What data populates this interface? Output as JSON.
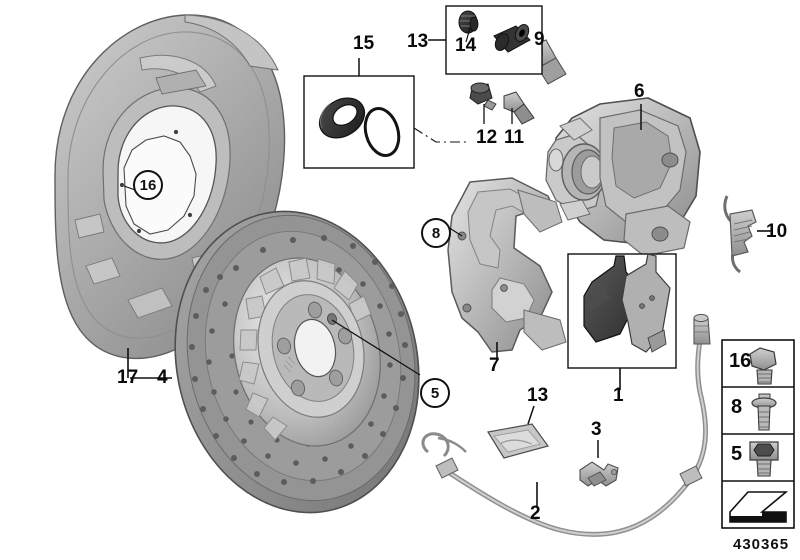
{
  "diagram": {
    "title": "Rear wheel brake exploded view",
    "part_number": "430365",
    "background": "#ffffff",
    "line_color": "#1a1a1a"
  },
  "labels": {
    "l1": "1",
    "l2": "2",
    "l3": "3",
    "l4": "4",
    "l5_circle": "5",
    "l6": "6",
    "l7": "7",
    "l8_circle": "8",
    "l9": "9",
    "l10": "10",
    "l11": "11",
    "l12": "12",
    "l13_top": "13",
    "l13_bottom": "13",
    "l14": "14",
    "l15": "15",
    "l16_circle": "16",
    "l17": "17"
  },
  "legend": {
    "rows": [
      {
        "number": "16",
        "icon": "hex-head-bolt-icon"
      },
      {
        "number": "8",
        "icon": "flange-head-bolt-icon"
      },
      {
        "number": "5",
        "icon": "socket-head-bolt-icon"
      }
    ],
    "direction_arrow": "forward-direction-arrow-icon"
  },
  "parts": {
    "p1": "brake-pad-set",
    "p2": "brake-pad-wear-sensor",
    "p3": "sensor-retaining-clip",
    "p4": "cross-drilled-brake-disc",
    "p5": "disc-retaining-screw",
    "p6": "brake-caliper-housing",
    "p7": "caliper-carrier-bracket",
    "p8": "carrier-mounting-bolt",
    "p9": "caliper-guide-pin",
    "p10": "pad-retaining-spring",
    "p11": "bleeder-screw",
    "p12": "bleeder-screw-cap",
    "p13": "guide-pin-boot-kit",
    "p14": "guide-pin-bellows",
    "p15": "piston-seal-repair-kit",
    "p16": "dust-shield-bolt",
    "p17": "brake-dust-shield"
  },
  "colors": {
    "metal_light": "#d8d8d8",
    "metal_mid": "#b4b4b4",
    "metal_dark": "#8c8c8c",
    "metal_shadow": "#6e6e6e",
    "rubber_dark": "#3a3a3a",
    "disc_face": "#9a9a9a",
    "disc_edge": "#7d7d7d",
    "hub_light": "#e2e2e2"
  }
}
